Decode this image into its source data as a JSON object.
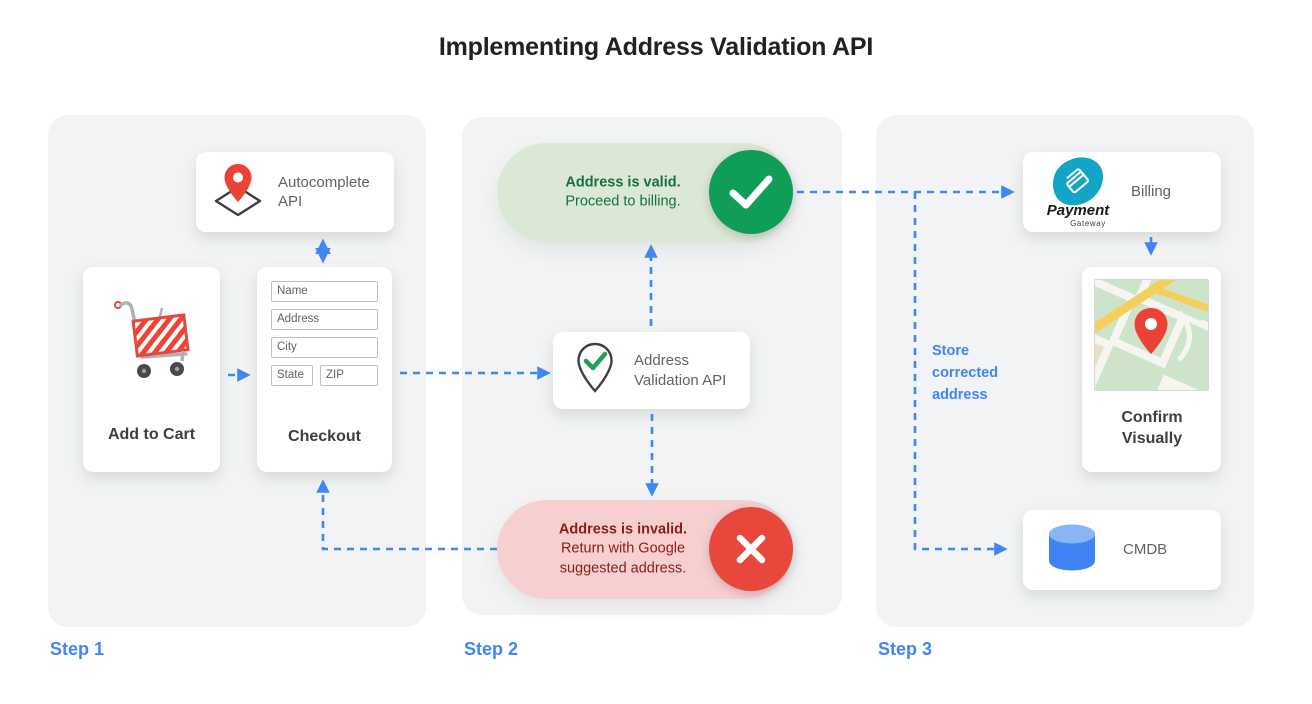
{
  "title": "Implementing Address Validation API",
  "colors": {
    "accent_blue": "#4285F4",
    "panel_bg": "#F1F3F4",
    "valid_green": "#0F9D58",
    "valid_pill_bg": "#DCE8D6",
    "valid_text": "#17703F",
    "invalid_red": "#E8483B",
    "invalid_pill_bg": "#F6D0D1",
    "invalid_text": "#8C1D18",
    "pin_red": "#EA4335",
    "gateway_teal": "#12A5C6",
    "cmdb_blue": "#4285F4"
  },
  "icons": {
    "autocomplete": "map-pin-diamond-icon",
    "cart": "shopping-cart-icon",
    "validation": "pin-check-icon",
    "valid": "check-circle-icon",
    "invalid": "x-circle-icon",
    "billing": "payment-gateway-logo",
    "confirm": "map-thumbnail",
    "cmdb": "database-icon"
  },
  "step1": {
    "label": "Step 1",
    "autocomplete_card": {
      "label": "Autocomplete API"
    },
    "cart_card": {
      "label": "Add to Cart"
    },
    "checkout_card": {
      "label": "Checkout",
      "fields": {
        "name": "Name",
        "address": "Address",
        "city": "City",
        "state": "State",
        "zip": "ZIP"
      }
    }
  },
  "step2": {
    "label": "Step 2",
    "valid_pill": {
      "headline": "Address is valid.",
      "body": "Proceed to billing."
    },
    "validation_card": {
      "label": "Address Validation API"
    },
    "invalid_pill": {
      "headline": "Address is invalid.",
      "body": "Return with Google suggested address."
    }
  },
  "step3": {
    "label": "Step 3",
    "billing_card": {
      "label": "Billing",
      "logo_title": "Payment",
      "logo_subtitle": "Gateway"
    },
    "confirm_card": {
      "label": "Confirm Visually"
    },
    "cmdb_card": {
      "label": "CMDB"
    },
    "annotation": "Store corrected address"
  }
}
